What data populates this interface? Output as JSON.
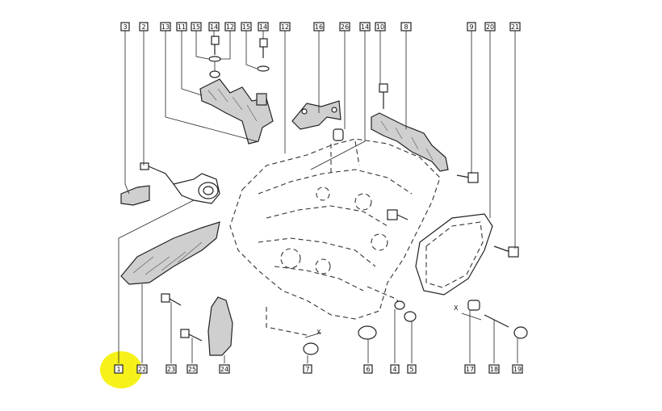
{
  "diagram": {
    "callouts": [
      "3",
      "2",
      "13",
      "11",
      "15",
      "14",
      "12",
      "15",
      "14",
      "12",
      "16",
      "26",
      "14",
      "8",
      "10",
      "9",
      "20",
      "21",
      "1",
      "22",
      "23",
      "25",
      "24",
      "7",
      "6",
      "4",
      "5",
      "17",
      "18",
      "19"
    ],
    "dimension_marks": [
      "X",
      "X"
    ],
    "highlight_color": "#f5ef00"
  }
}
